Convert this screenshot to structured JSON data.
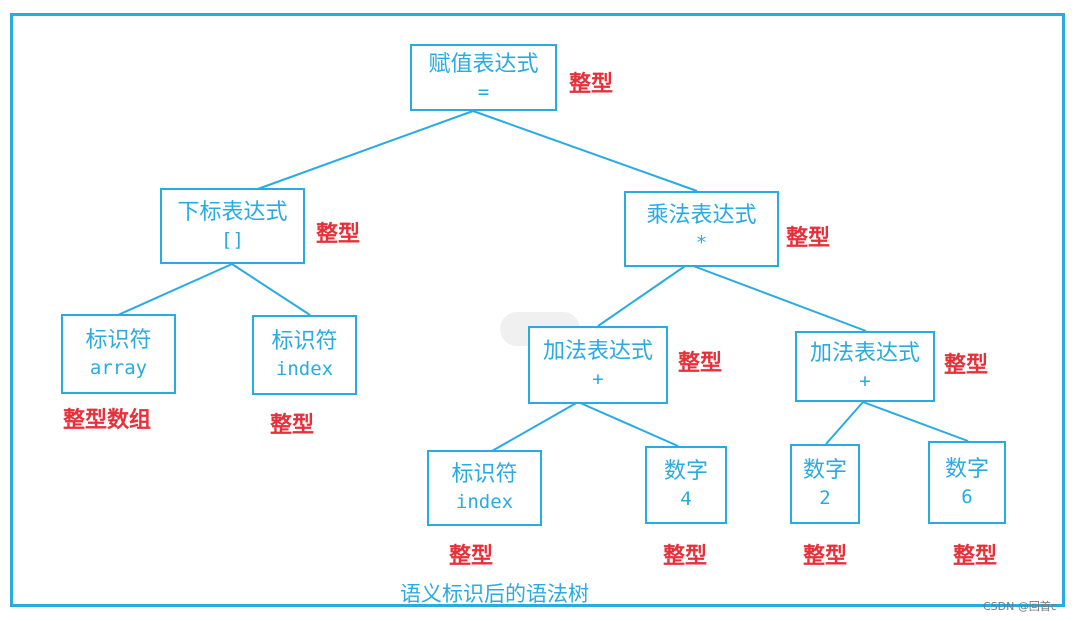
{
  "colors": {
    "frame": "#29abe2",
    "node": "#29abe2",
    "type_label": "#e8303a"
  },
  "nodes": {
    "root": {
      "title": "赋值表达式",
      "symbol": "="
    },
    "index_expr": {
      "title": "下标表达式",
      "symbol": "[]"
    },
    "mul_expr": {
      "title": "乘法表达式",
      "symbol": "*"
    },
    "id_array": {
      "title": "标识符",
      "symbol": "array"
    },
    "id_index1": {
      "title": "标识符",
      "symbol": "index"
    },
    "add_left": {
      "title": "加法表达式",
      "symbol": "+"
    },
    "add_right": {
      "title": "加法表达式",
      "symbol": "+"
    },
    "id_index2": {
      "title": "标识符",
      "symbol": "index"
    },
    "num4": {
      "title": "数字",
      "symbol": "4"
    },
    "num2": {
      "title": "数字",
      "symbol": "2"
    },
    "num6": {
      "title": "数字",
      "symbol": "6"
    }
  },
  "types": {
    "root": "整型",
    "index_expr": "整型",
    "mul_expr": "整型",
    "id_array": "整型数组",
    "id_index1": "整型",
    "add_left": "整型",
    "add_right": "整型",
    "id_index2": "整型",
    "num4": "整型",
    "num2": "整型",
    "num6": "整型"
  },
  "caption": "语义标识后的语法树",
  "watermark": "CSDN @回首c"
}
